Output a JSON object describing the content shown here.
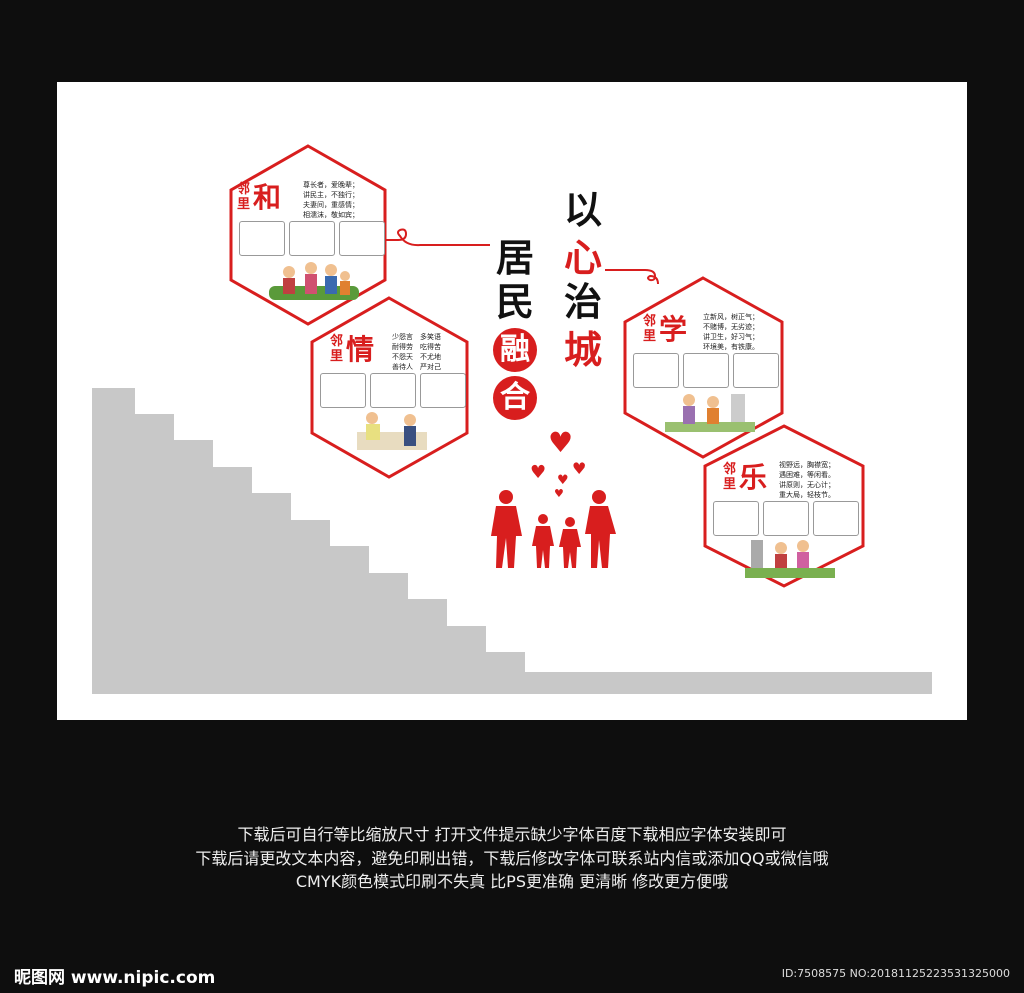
{
  "title_chars": {
    "yi": "以",
    "xin": "心",
    "ju": "居",
    "zhi": "治",
    "min": "民",
    "cheng": "城",
    "rong": "融",
    "he": "合"
  },
  "panels": [
    {
      "label": "邻里",
      "char": "和",
      "verse": "尊长者，爱晚辈；\n讲民主，不独行；\n夫妻间，重感情；\n相濡沫，敬如宾；"
    },
    {
      "label": "邻里",
      "char": "情",
      "verse": "少怨言　多笑语\n耐得劳　吃得苦\n不怨天　不尤地\n善待人　严对己"
    },
    {
      "label": "邻里",
      "char": "学",
      "verse": "立新风，树正气；\n不赌博，无劣迹；\n讲卫生，好习气；\n环境美，有铁康。"
    },
    {
      "label": "邻里",
      "char": "乐",
      "verse": "视野远，胸襟宽；\n遇困难，等闲看。\n讲原则，无心计；\n重大局，轻枝节。"
    }
  ],
  "footer": {
    "line1": "下载后可自行等比缩放尺寸 打开文件提示缺少字体百度下载相应字体安装即可",
    "line2": "下载后请更改文本内容，避免印刷出错，下载后修改字体可联系站内信或添加QQ或微信哦",
    "line3": "CMYK颜色模式印刷不失真 比PS更准确 更清晰 修改更方便哦",
    "logo": "昵图网 www.nipic.com",
    "id": "ID:7508575 NO:20181125223531325000"
  },
  "colors": {
    "accent": "#d81e1e",
    "stairs": "#c8c8c8",
    "background": "#0e0e0e"
  }
}
